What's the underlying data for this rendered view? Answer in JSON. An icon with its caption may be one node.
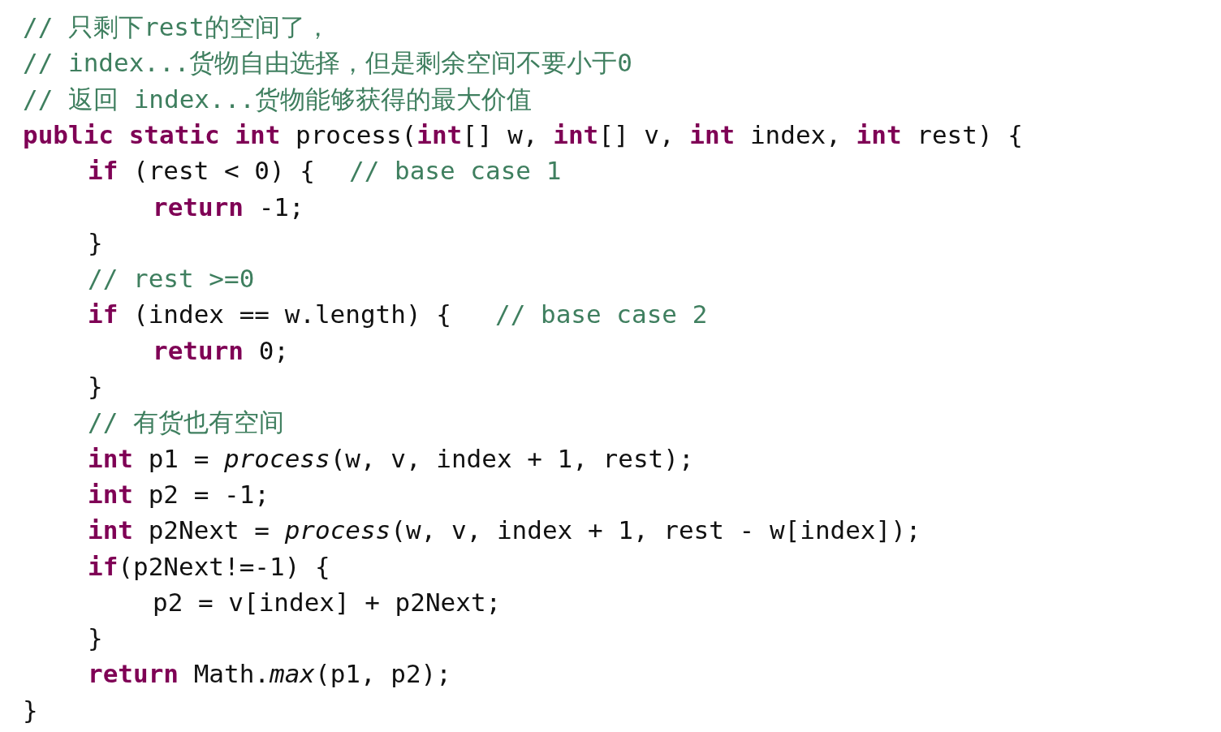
{
  "diagram": {
    "labels": [
      "// 只剩下rest的空间了，",
      "// index...货物自由选择，但是剩余空间不要小于0",
      "// 返回 index...货物能够获得的最大价值",
      "**public** **static** **int** process(**int**[] w, **int**[] v, **int** index, **int** rest) {",
      "**if** (rest < 0) {",
      "// base case 1",
      "**return** -1;",
      "}",
      "// rest >=0",
      "**if** (index == w.length) {",
      "// base case 2",
      "**return** 0;",
      "}",
      "// 有货也有空间",
      "**int** p1 = *process*(w, v, index + 1, rest);",
      "**int** p2 = -1;",
      "**int** p2Next = *process*(w, v, index + 1, rest - w[index]);",
      "**if**(p2Next!=-1) {",
      "p2 = v[index] + p2Next;",
      "}",
      "**return** Math.*max*(p1, p2);",
      "}"
    ]
  }
}
